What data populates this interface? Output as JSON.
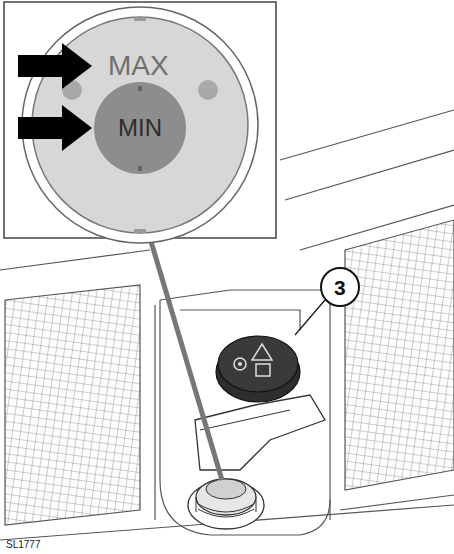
{
  "diagram": {
    "labels": [
      "MAX",
      "MIN",
      "3",
      "SL1777"
    ]
  }
}
